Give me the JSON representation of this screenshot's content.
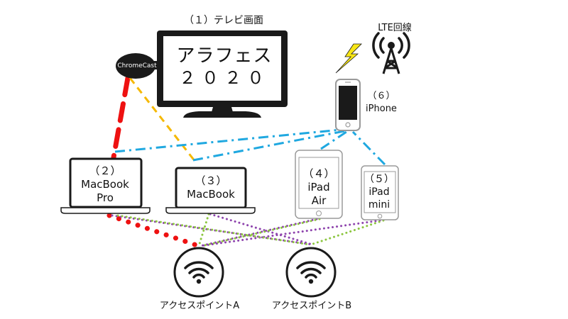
{
  "tv": {
    "caption": "（１）テレビ画面",
    "title_line1": "アラフェス",
    "title_line2": "２０２０"
  },
  "chromecast": {
    "label": "ChromeCast"
  },
  "lte": {
    "label": "LTE回線"
  },
  "iphone": {
    "number": "（６）",
    "name": "iPhone"
  },
  "macbook_pro": {
    "number": "（２）",
    "line1": "MacBook",
    "line2": "Pro"
  },
  "macbook": {
    "number": "（３）",
    "line1": "MacBook"
  },
  "ipad_air": {
    "number": "（４）",
    "line1": "iPad",
    "line2": "Air"
  },
  "ipad_mini": {
    "number": "（５）",
    "line1": "iPad",
    "line2": "mini"
  },
  "access_point_a": {
    "label": "アクセスポイントA"
  },
  "access_point_b": {
    "label": "アクセスポイントB"
  },
  "colors": {
    "red_link": "#ee1111",
    "orange_link": "#f5b800",
    "blue_link": "#1fa8e0",
    "purple_link": "#8e44ad",
    "green_link": "#8cc63f",
    "lightning": "#f7e617",
    "device_dark": "#1a1a1a"
  }
}
